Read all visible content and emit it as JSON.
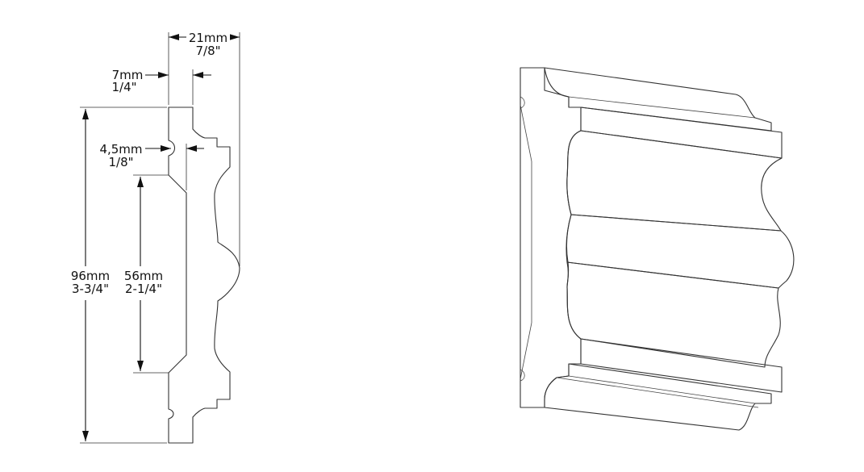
{
  "dimensions": {
    "total_width": {
      "metric": "21mm",
      "imperial": "7/8\""
    },
    "top_step": {
      "metric": "7mm",
      "imperial": "1/4\""
    },
    "groove_depth": {
      "metric": "4,5mm",
      "imperial": "1/8\""
    },
    "profile_height": {
      "metric": "56mm",
      "imperial": "2-1/4\""
    },
    "total_height": {
      "metric": "96mm",
      "imperial": "3-3/4\""
    }
  },
  "colors": {
    "line": "#333333",
    "text": "#111111",
    "background": "#ffffff"
  }
}
